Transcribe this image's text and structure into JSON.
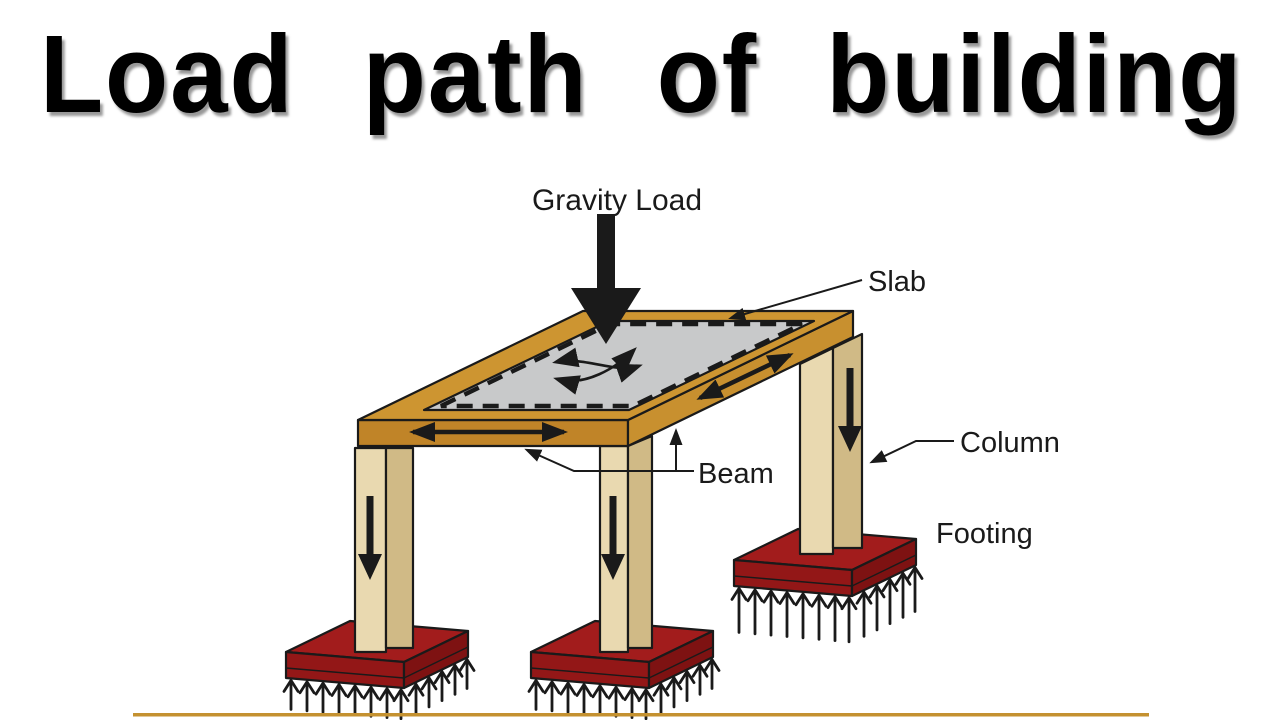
{
  "title": "Load path of building",
  "diagram": {
    "labels": {
      "gravity_load": "Gravity Load",
      "slab": "Slab",
      "beam": "Beam",
      "column": "Column",
      "footing": "Footing"
    },
    "colors": {
      "beam_top": "#CD9531",
      "beam_front": "#C08428",
      "beam_side": "#C8902F",
      "slab": "#C8C9CA",
      "column_front": "#E9D9B0",
      "column_side": "#D0BA86",
      "footing_top": "#A21C1C",
      "footing_front": "#931717",
      "footing_side": "#7E1212",
      "ink": "#1A1A1A",
      "bottom_line": "#C49130",
      "background": "#FFFFFF"
    }
  }
}
